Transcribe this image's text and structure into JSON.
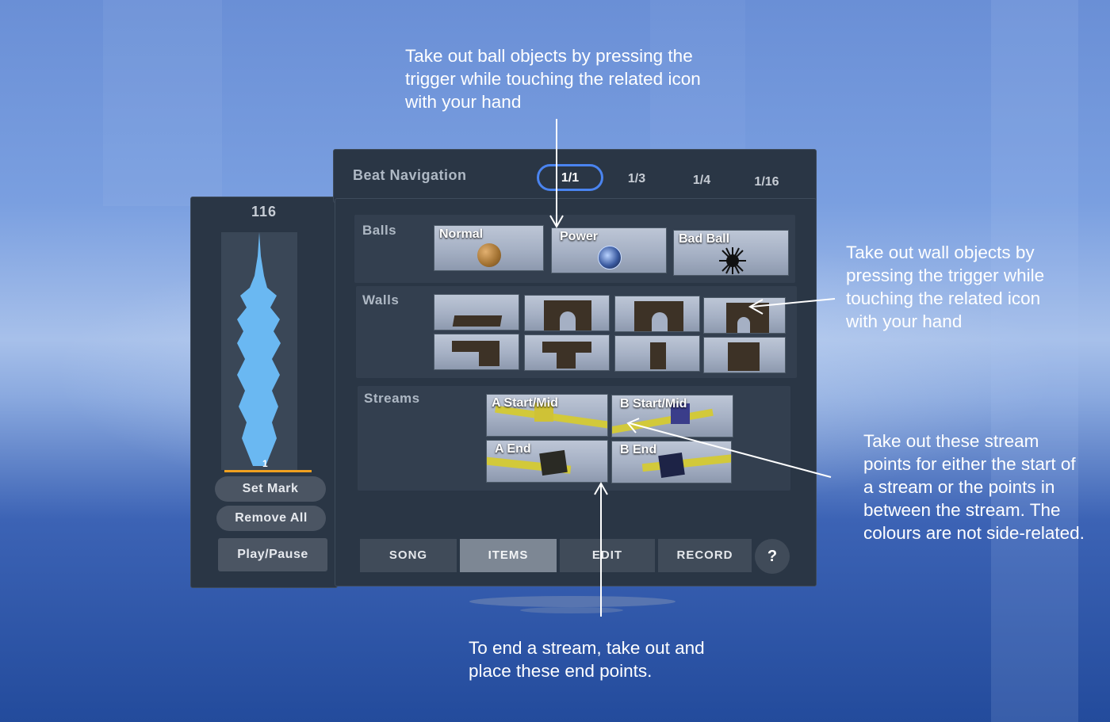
{
  "annotations": {
    "balls": "Take out ball objects by pressing the trigger while touching the related icon with your hand",
    "walls": "Take out wall objects by pressing the trigger while touching the related icon with your hand",
    "streams": "Take out these stream points for either the start of a stream or the points in between the stream. The colours are not side-related.",
    "end": "To end a stream, take out and place these end points."
  },
  "beat_nav": {
    "title": "Beat Navigation",
    "options": [
      "1/1",
      "1/3",
      "1/4",
      "1/16"
    ],
    "selected": "1/1"
  },
  "left_panel": {
    "bpm": "116",
    "marker": "1",
    "set_mark": "Set Mark",
    "remove_all": "Remove All",
    "play_pause": "Play/Pause"
  },
  "items": {
    "balls_label": "Balls",
    "balls": [
      "Normal",
      "Power",
      "Bad Ball"
    ],
    "walls_label": "Walls",
    "streams_label": "Streams",
    "streams": [
      "A Start/Mid",
      "B Start/Mid",
      "A End",
      "B End"
    ]
  },
  "tabs": {
    "song": "SONG",
    "items": "ITEMS",
    "edit": "EDIT",
    "record": "RECORD",
    "help": "?",
    "active": "ITEMS"
  },
  "colors": {
    "panel": "#2a3645",
    "accent_blue": "#4a84f0",
    "waveform": "#6ab8f2",
    "stream_yellow": "#d2c93a",
    "stream_blue": "#2a2f6a",
    "marker_orange": "#f0a020"
  }
}
